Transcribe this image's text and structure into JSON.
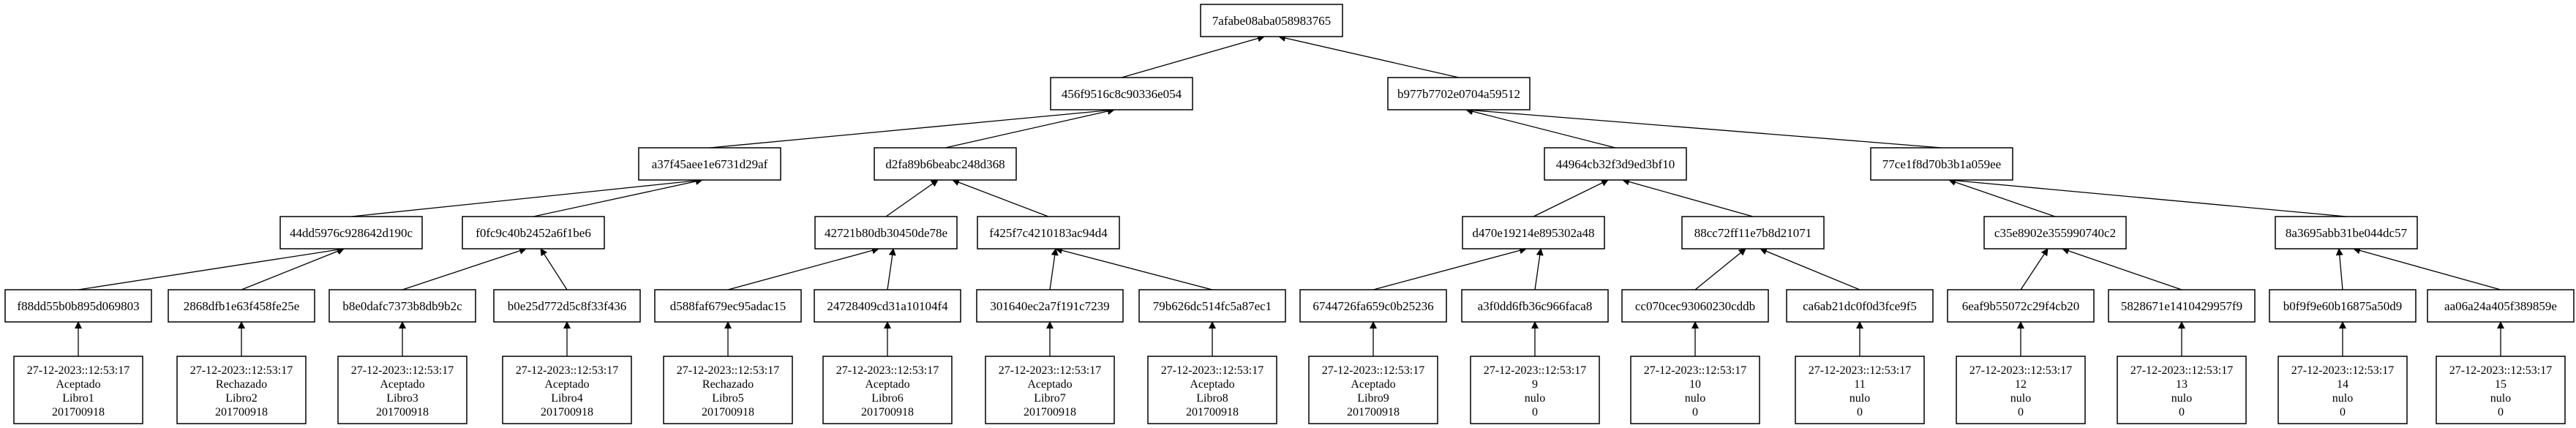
{
  "root": "7afabe08aba058983765",
  "level1": [
    "456f9516c8c90336e054",
    "b977b7702e0704a59512"
  ],
  "level2": [
    "a37f45aee1e6731d29af",
    "d2fa89b6beabc248d368",
    "44964cb32f3d9ed3bf10",
    "77ce1f8d70b3b1a059ee"
  ],
  "level3": [
    "44dd5976c928642d190c",
    "f0fc9c40b2452a6f1be6",
    "42721b80db30450de78e",
    "f425f7c4210183ac94d4",
    "d470e19214e895302a48",
    "88cc72ff11e7b8d21071",
    "c35e8902e355990740c2",
    "8a3695abb31be044dc57"
  ],
  "level4": [
    "f88dd55b0b895d069803",
    "2868dfb1e63f458fe25e",
    "b8e0dafc7373b8db9b2c",
    "b0e25d772d5c8f33f436",
    "d588faf679ec95adac15",
    "24728409cd31a10104f4",
    "301640ec2a7f191c7239",
    "79b626dc514fc5a87ec1",
    "6744726fa659c0b25236",
    "a3f0dd6fb36c966faca8",
    "cc070cec93060230cddb",
    "ca6ab21dc0f0d3fce9f5",
    "6eaf9b55072c29f4cb20",
    "5828671e1410429957f9",
    "b0f9f9e60b16875a50d9",
    "aa06a24a405f389859e"
  ],
  "leaves": [
    {
      "date": "27-12-2023::12:53:17",
      "status": "Aceptado",
      "book": "Libro1",
      "id": "201700918"
    },
    {
      "date": "27-12-2023::12:53:17",
      "status": "Rechazado",
      "book": "Libro2",
      "id": "201700918"
    },
    {
      "date": "27-12-2023::12:53:17",
      "status": "Aceptado",
      "book": "Libro3",
      "id": "201700918"
    },
    {
      "date": "27-12-2023::12:53:17",
      "status": "Aceptado",
      "book": "Libro4",
      "id": "201700918"
    },
    {
      "date": "27-12-2023::12:53:17",
      "status": "Rechazado",
      "book": "Libro5",
      "id": "201700918"
    },
    {
      "date": "27-12-2023::12:53:17",
      "status": "Aceptado",
      "book": "Libro6",
      "id": "201700918"
    },
    {
      "date": "27-12-2023::12:53:17",
      "status": "Aceptado",
      "book": "Libro7",
      "id": "201700918"
    },
    {
      "date": "27-12-2023::12:53:17",
      "status": "Aceptado",
      "book": "Libro8",
      "id": "201700918"
    },
    {
      "date": "27-12-2023::12:53:17",
      "status": "Aceptado",
      "book": "Libro9",
      "id": "201700918"
    },
    {
      "date": "27-12-2023::12:53:17",
      "status": "9",
      "book": "nulo",
      "id": "0"
    },
    {
      "date": "27-12-2023::12:53:17",
      "status": "10",
      "book": "nulo",
      "id": "0"
    },
    {
      "date": "27-12-2023::12:53:17",
      "status": "11",
      "book": "nulo",
      "id": "0"
    },
    {
      "date": "27-12-2023::12:53:17",
      "status": "12",
      "book": "nulo",
      "id": "0"
    },
    {
      "date": "27-12-2023::12:53:17",
      "status": "13",
      "book": "nulo",
      "id": "0"
    },
    {
      "date": "27-12-2023::12:53:17",
      "status": "14",
      "book": "nulo",
      "id": "0"
    },
    {
      "date": "27-12-2023::12:53:17",
      "status": "15",
      "book": "nulo",
      "id": "0"
    }
  ]
}
